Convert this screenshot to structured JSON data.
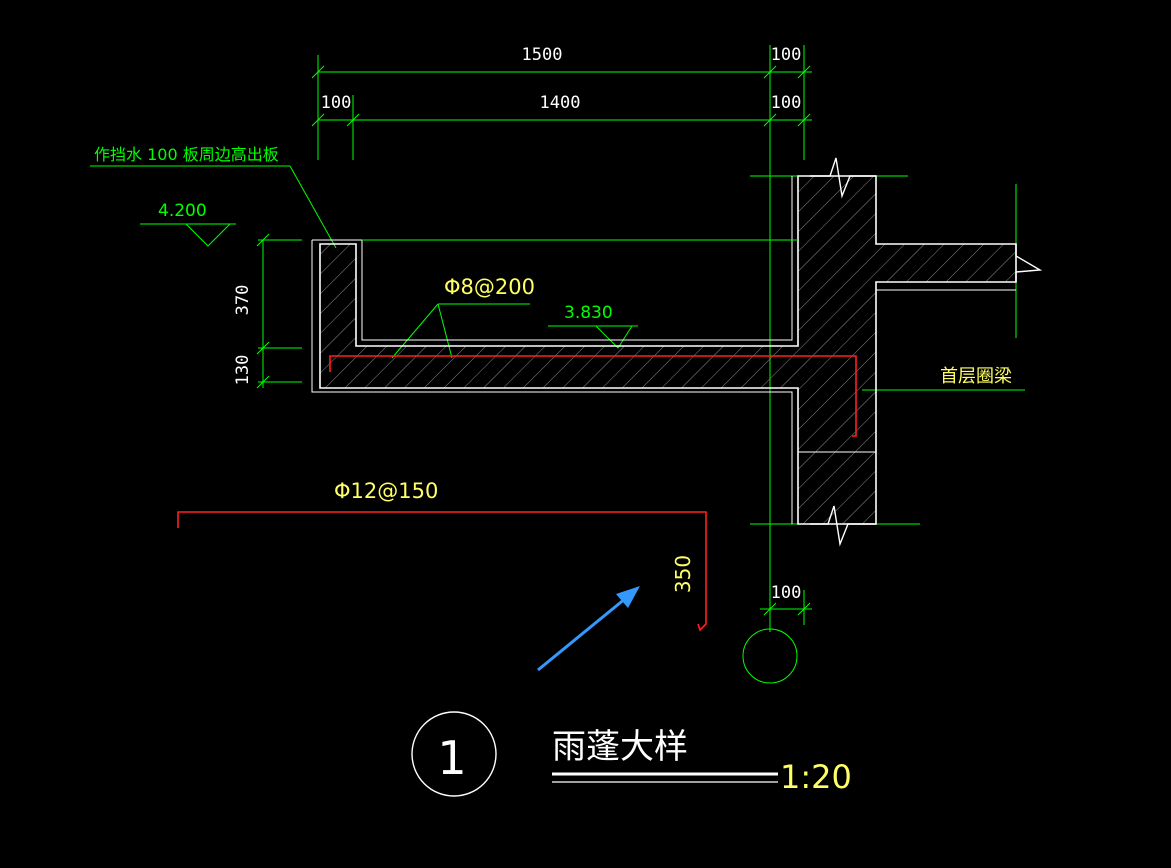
{
  "dimensions": {
    "top_total": "1500",
    "top_right": "100",
    "second_left": "100",
    "second_mid": "1400",
    "second_right": "100",
    "height_upper": "370",
    "height_lower": "130",
    "bottom_wall": "100"
  },
  "annotations": {
    "upstand_note": "作挡水 100  板周边高出板",
    "elev_top": "4.200",
    "elev_slab": "3.830",
    "rebar_dist": "Φ8@200",
    "rebar_main": "Φ12@150",
    "rebar_hook_len": "350",
    "beam_label": "首层圈梁"
  },
  "title_block": {
    "detail_number": "1",
    "title": "雨蓬大样",
    "scale": "1:20"
  },
  "colors": {
    "background": "#000000",
    "dimension": "#00ff00",
    "outline": "#ffffff",
    "rebar": "#ff2020",
    "text_yellow": "#ffff66",
    "arrow": "#3399ff"
  }
}
